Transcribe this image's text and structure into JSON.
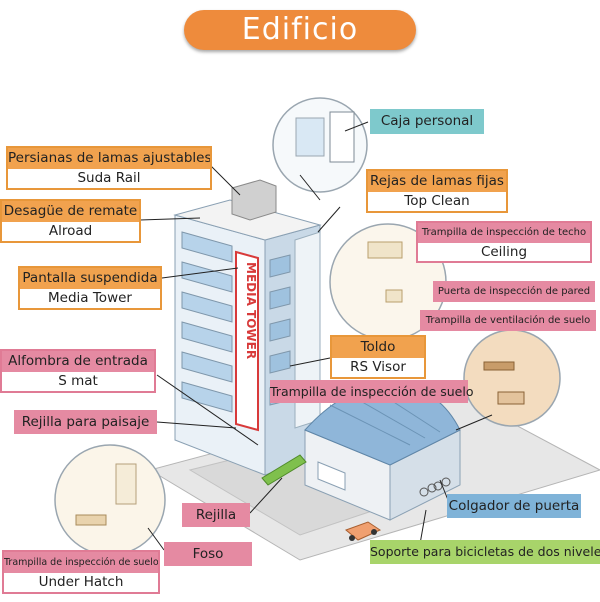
{
  "title": "Edificio",
  "colors": {
    "title_bg": "#ee8b3c",
    "orange_header": "#f1a24e",
    "pink_header": "#e58aa2",
    "teal": "#7ec9cc",
    "blue": "#7fb3d8",
    "green": "#a8d46a",
    "building_facade": "#dce9f3",
    "sign_red": "#d83a3a"
  },
  "building_sign": "MEDIA TOWER",
  "labels": {
    "persianas": {
      "heading": "Persianas de lamas ajustables",
      "product": "Suda Rail"
    },
    "desague": {
      "heading": "Desagüe de remate",
      "product": "Alroad"
    },
    "pantalla": {
      "heading": "Pantalla suspendida",
      "product": "Media Tower"
    },
    "alfombra": {
      "heading": "Alfombra de entrada",
      "product": "S mat"
    },
    "rejilla_paisaje": {
      "heading": "Rejilla para paisaje"
    },
    "rejilla": {
      "heading": "Rejilla"
    },
    "foso": {
      "heading": "Foso"
    },
    "trampilla_suelo_left": {
      "heading": "Trampilla de inspección de suelo",
      "product": "Under Hatch"
    },
    "caja": {
      "heading": "Caja personal"
    },
    "rejas": {
      "heading": "Rejas de lamas fijas",
      "product": "Top Clean"
    },
    "trampilla_techo": {
      "heading": "Trampilla de inspección de techo",
      "product": "Ceiling"
    },
    "puerta_pared": {
      "heading": "Puerta de inspección de pared"
    },
    "ventilacion": {
      "heading": "Trampilla de ventilación de suelo"
    },
    "toldo": {
      "heading": "Toldo",
      "product": "RS Visor"
    },
    "trampilla_suelo": {
      "heading": "Trampilla de inspección de suelo"
    },
    "colgador": {
      "heading": "Colgador de puerta"
    },
    "soporte": {
      "heading": "Soporte para bicicletas de dos niveles"
    }
  }
}
